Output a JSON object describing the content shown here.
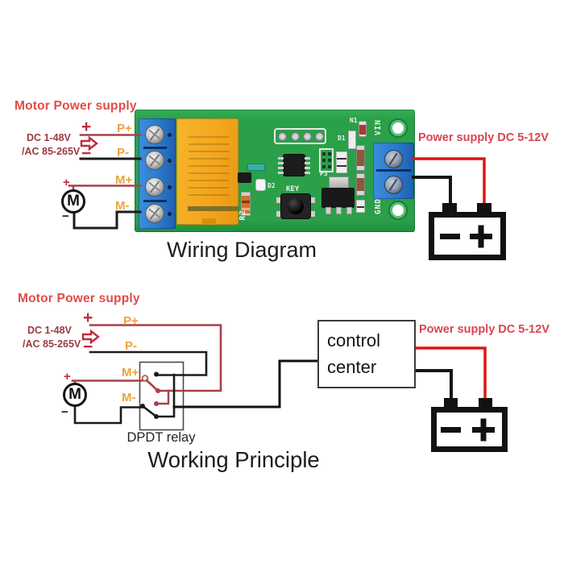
{
  "colors": {
    "board_green": "#2ba34b",
    "terminal_blue": "#2e7fd2",
    "relay_orange": "#f3a81f",
    "wire_red_dark": "#a8404a",
    "wire_red_bright": "#e01313",
    "wire_black": "#1b1b1b",
    "label_orange": "#efa23e",
    "symbol_crimson": "#c22a3e",
    "heading_red": "#e24b4b",
    "voltage_red": "#9b3b42",
    "power_text_red": "#d94552"
  },
  "wiring_diagram": {
    "title": "Wiring Diagram",
    "motor_power_supply": "Motor Power supply",
    "voltage_line1": "DC 1-48V",
    "voltage_line2": "/AC 85-265V",
    "supply_plus": "+",
    "supply_minus": "−",
    "terminal_p_plus": "P+",
    "terminal_p_minus": "P-",
    "terminal_m_plus": "M+",
    "terminal_m_minus": "M-",
    "motor_letter": "M",
    "motor_plus": "+",
    "motor_minus": "−",
    "power_supply": "Power supply DC 5-12V",
    "module": {
      "vin": "VIN",
      "gnd": "GND",
      "key": "KEY",
      "d1": "D1",
      "d2": "D2",
      "n1": "N1",
      "r2": "R2",
      "p3": "P3"
    }
  },
  "working_principle": {
    "title": "Working Principle",
    "motor_power_supply": "Motor Power supply",
    "voltage_line1": "DC 1-48V",
    "voltage_line2": "/AC 85-265V",
    "supply_plus": "+",
    "supply_minus": "−",
    "terminal_p_plus": "P+",
    "terminal_p_minus": "P-",
    "terminal_m_plus": "M+",
    "terminal_m_minus": "M-",
    "motor_letter": "M",
    "motor_plus": "+",
    "motor_minus": "−",
    "dpdt_relay": "DPDT relay",
    "control_center_line1": "control",
    "control_center_line2": "center",
    "power_supply": "Power supply DC 5-12V"
  }
}
